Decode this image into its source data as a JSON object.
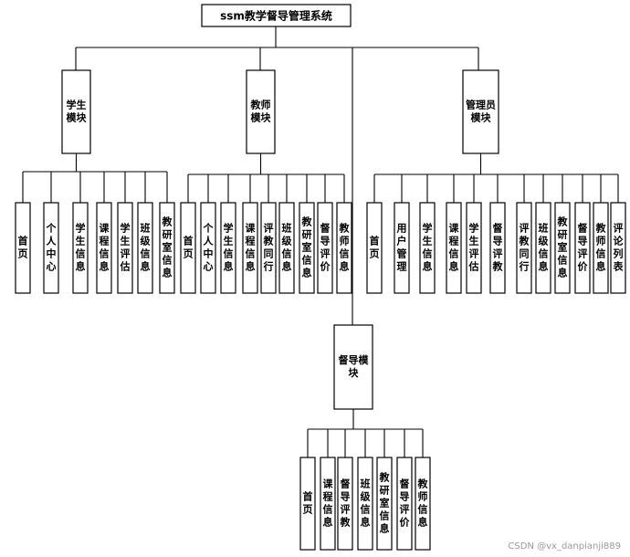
{
  "title": "ssm教学督导管理系统",
  "modules": [
    {
      "id": "student",
      "name_lines": [
        "学生",
        "模块"
      ],
      "children": [
        "首页",
        "个人中心",
        "学生信息",
        "课程信息",
        "学生评估",
        "班级信息",
        "教研室信息"
      ]
    },
    {
      "id": "teacher",
      "name_lines": [
        "教师",
        "模块"
      ],
      "children": [
        "首页",
        "个人中心",
        "学生信息",
        "课程信息",
        "评教同行",
        "班级信息",
        "教研室信息",
        "督导评价",
        "教师信息"
      ]
    },
    {
      "id": "admin",
      "name_lines": [
        "管理员",
        "模块"
      ],
      "children": [
        "首页",
        "用户管理",
        "学生信息",
        "课程信息",
        "学生评估",
        "督导评教",
        "评教同行",
        "班级信息",
        "教研室信息",
        "督导评价",
        "教师信息",
        "评论列表"
      ]
    },
    {
      "id": "supervisor",
      "name_lines": [
        "督导模",
        "块"
      ],
      "children": [
        "首页",
        "课程信息",
        "督导评教",
        "班级信息",
        "教研室信息",
        "督导评价",
        "教师信息"
      ]
    }
  ],
  "watermark": "CSDN @vx_danpianji889"
}
